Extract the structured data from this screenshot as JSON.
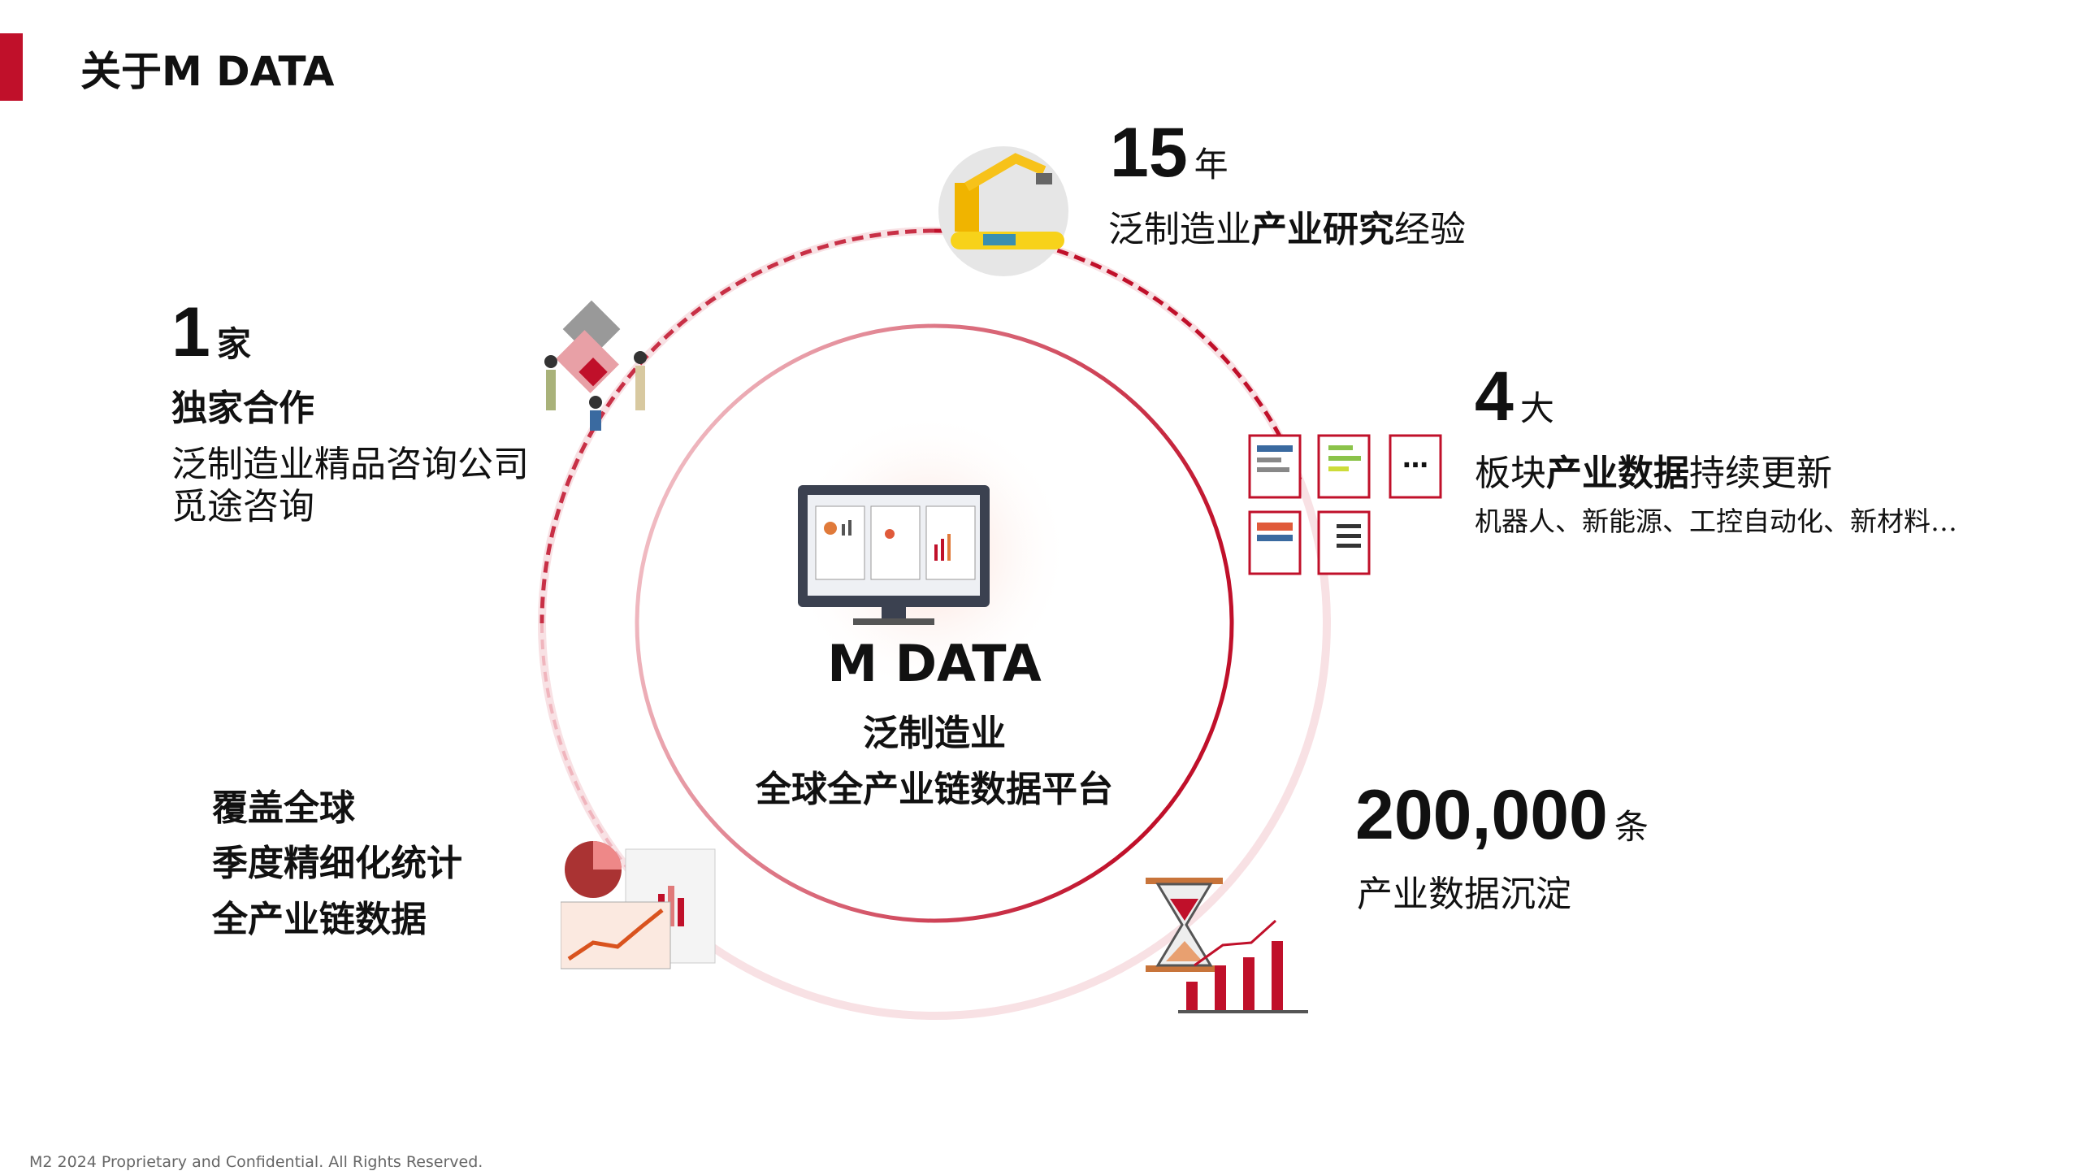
{
  "header": {
    "title": "关于M DATA"
  },
  "center": {
    "brand": "M DATA",
    "line1": "泛制造业",
    "line2": "全球全产业链数据平台"
  },
  "experience": {
    "number": "15",
    "unit": "年",
    "desc_pre": "泛制造业",
    "desc_bold": "产业研究",
    "desc_post": "经验"
  },
  "partner": {
    "number": "1",
    "unit": "家",
    "heading": "独家合作",
    "desc1": "泛制造业精品咨询公司",
    "desc2": "觅途咨询"
  },
  "sectors": {
    "number": "4",
    "unit": "大",
    "desc_pre": "板块",
    "desc_bold": "产业数据",
    "desc_post": "持续更新",
    "list": "机器人、新能源、工控自动化、新材料…",
    "more_icon": "…"
  },
  "records": {
    "number": "200,000",
    "unit": "条",
    "desc": "产业数据沉淀"
  },
  "coverage": {
    "line1": "覆盖全球",
    "line2": "季度精细化统计",
    "line3": "全产业链数据"
  },
  "footer": {
    "text": "M2 2024 Proprietary and Confidential. All Rights Reserved."
  },
  "colors": {
    "accent": "#c0102a",
    "pink": "#f3c2c8"
  }
}
